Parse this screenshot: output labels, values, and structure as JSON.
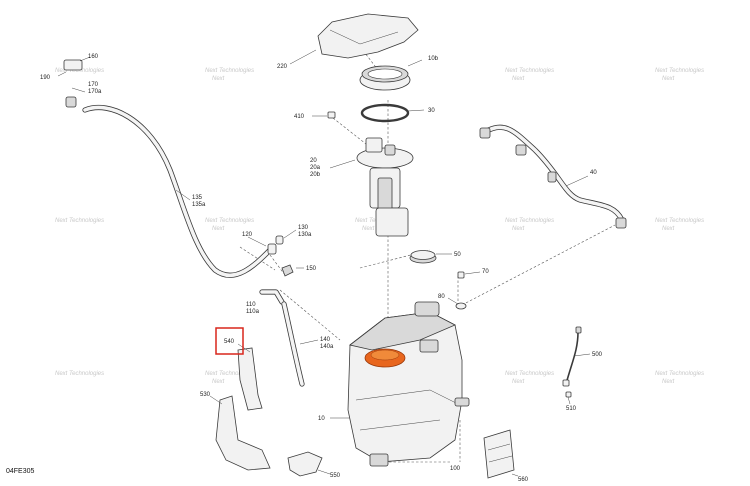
{
  "diagram_code": "04FE305",
  "highlight_color": "#d9261c",
  "accent_color": "#e8661e",
  "watermark_text": "Next Technologies",
  "watermark_brand": "Next",
  "labels": {
    "l160": "160",
    "l190": "190",
    "l170": "170",
    "l170a": "170a",
    "l135": "135",
    "l135a": "135a",
    "l220": "220",
    "l10b": "10b",
    "l30": "30",
    "l410": "410",
    "l20": "20",
    "l20a": "20a",
    "l20b": "20b",
    "l40": "40",
    "l120": "120",
    "l130": "130",
    "l130a": "130a",
    "l150": "150",
    "l110": "110",
    "l110a": "110a",
    "l140": "140",
    "l140a": "140a",
    "l540": "540",
    "l530": "530",
    "l50": "50",
    "l70": "70",
    "l80": "80",
    "l500": "500",
    "l510": "510",
    "l10": "10",
    "l100": "100",
    "l550": "550",
    "l560": "560"
  }
}
